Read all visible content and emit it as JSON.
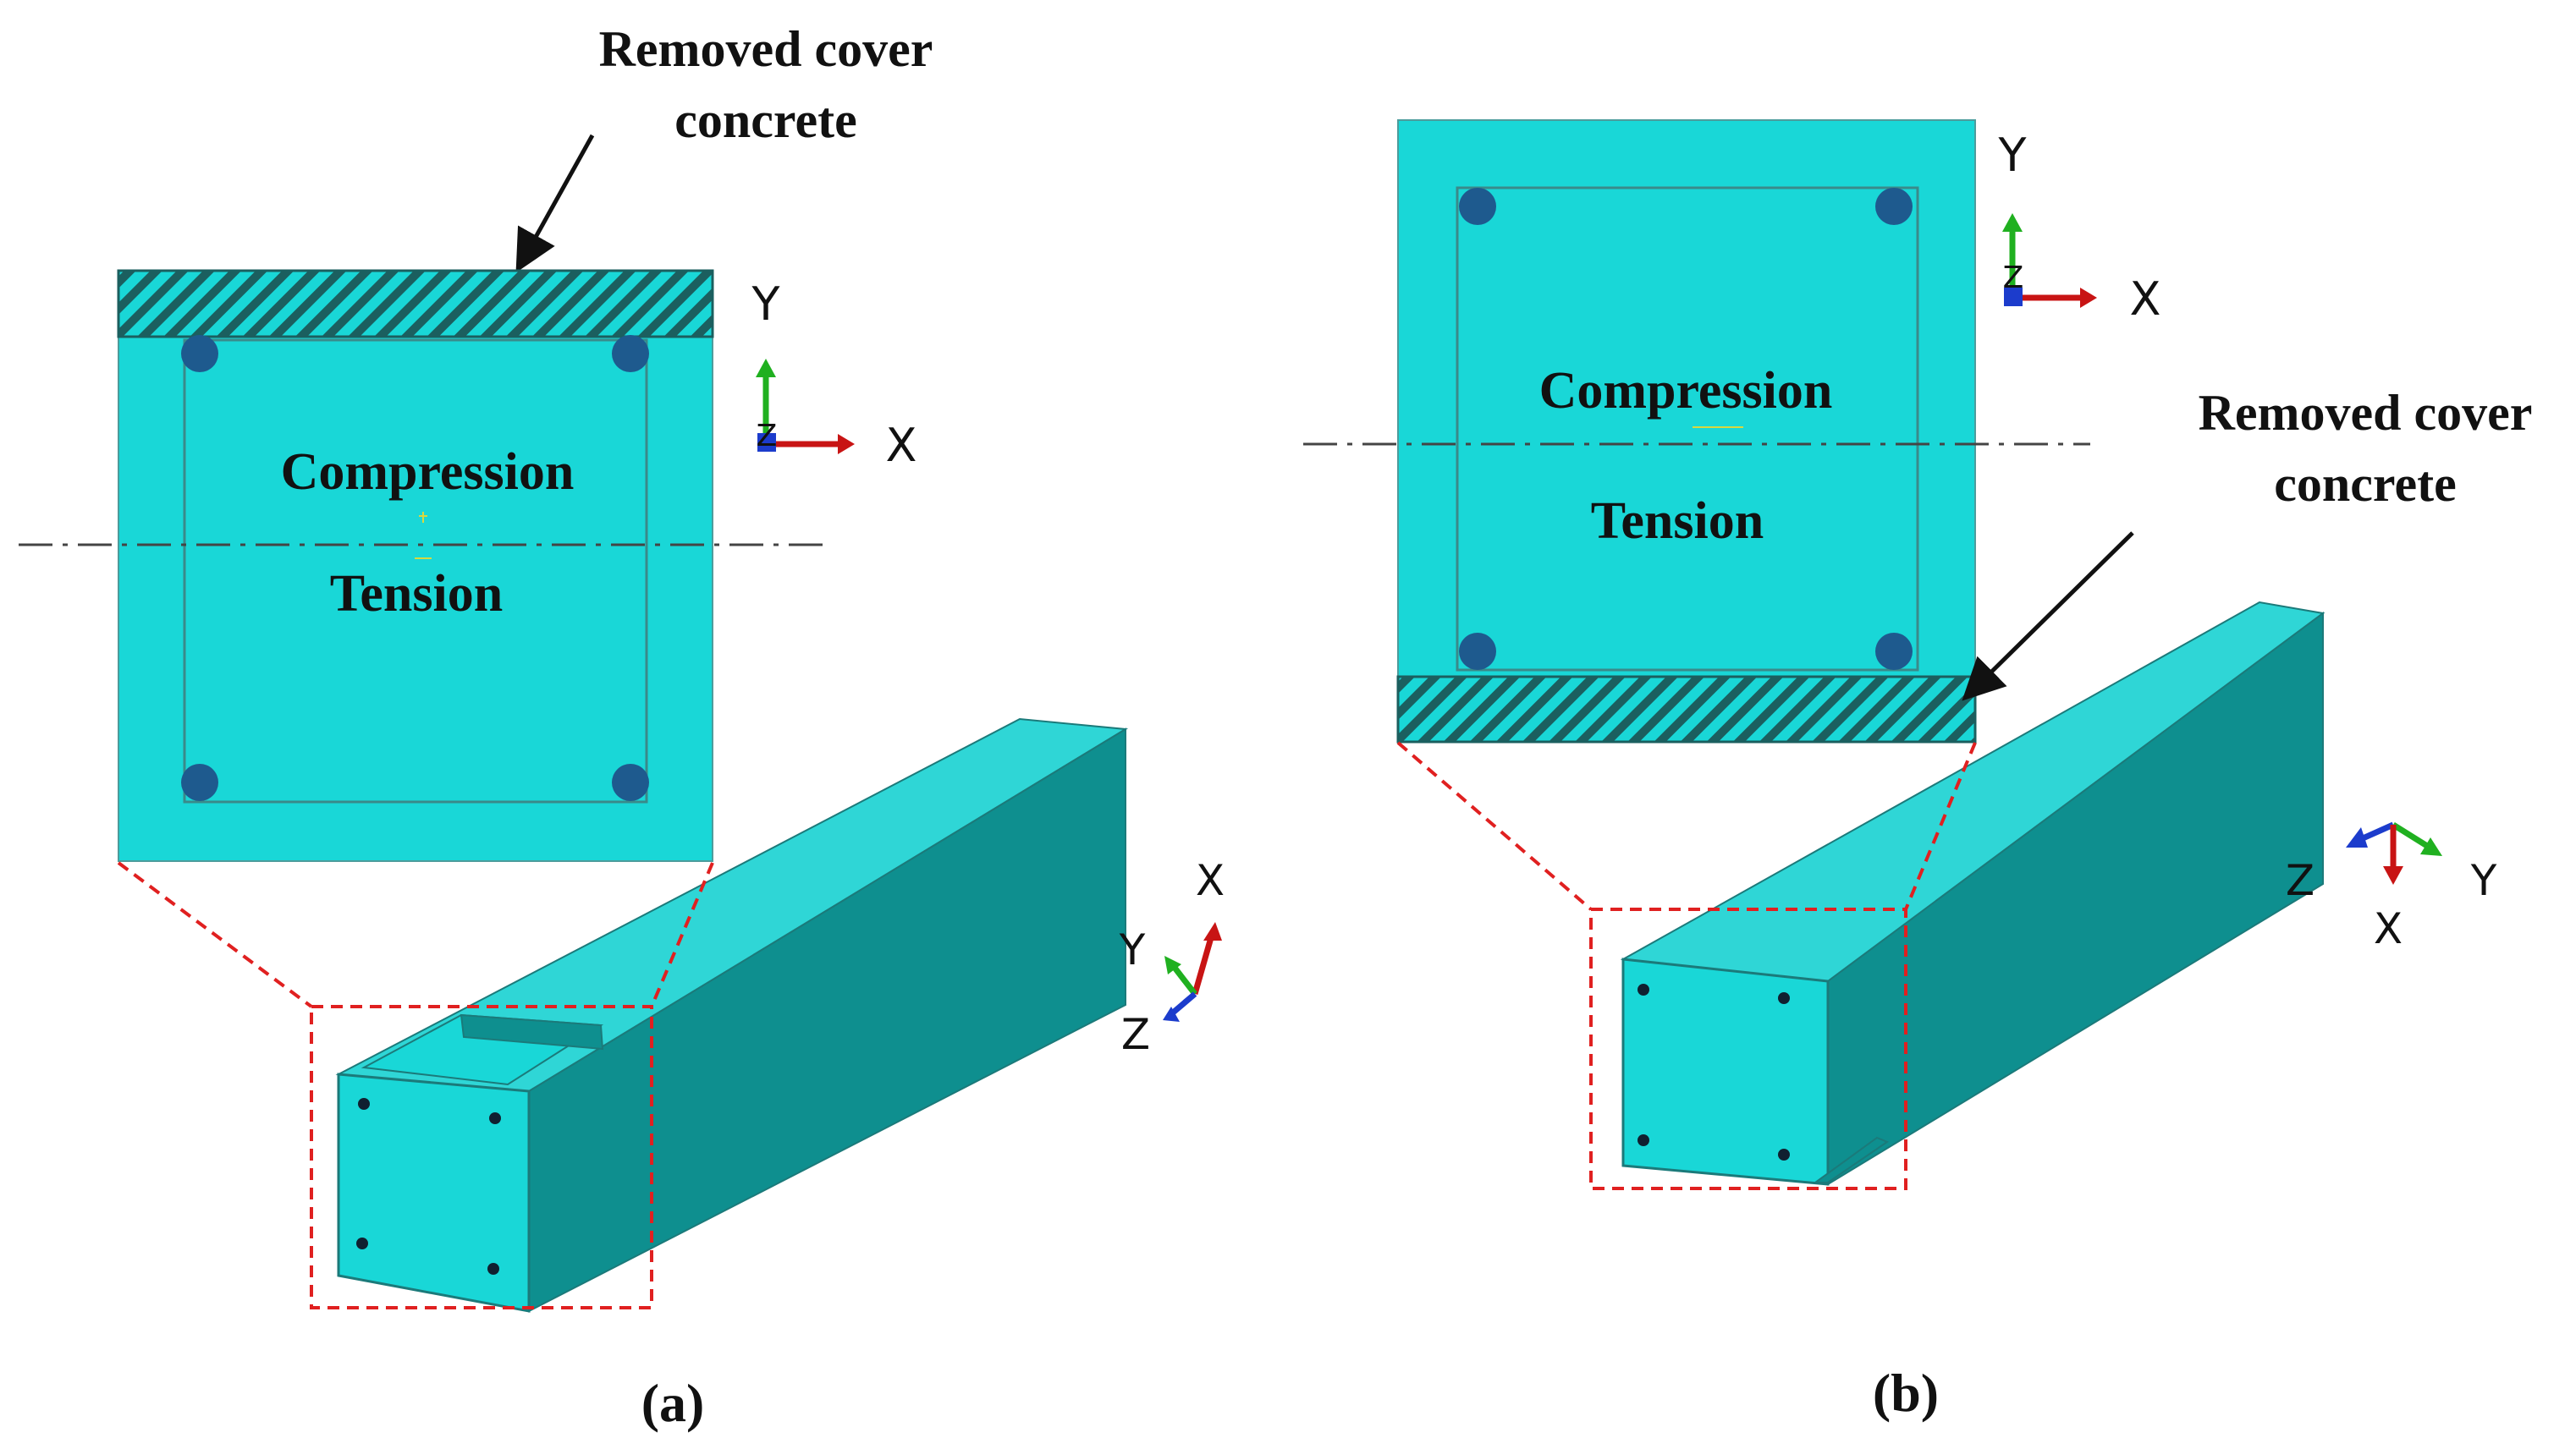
{
  "panel_a": {
    "caption": "(a)",
    "annotation": {
      "line1": "Removed cover",
      "line2": "concrete"
    },
    "section": {
      "compression_label": "Compression",
      "tension_label": "Tension"
    },
    "section_triad": {
      "x": "X",
      "y": "Y",
      "z": "Z"
    },
    "beam_triad": {
      "x": "X",
      "y": "Y",
      "z": "Z"
    }
  },
  "panel_b": {
    "caption": "(b)",
    "annotation": {
      "line1": "Removed cover",
      "line2": "concrete"
    },
    "section": {
      "compression_label": "Compression",
      "tension_label": "Tension"
    },
    "section_triad": {
      "x": "X",
      "y": "Y",
      "z": "Z"
    },
    "beam_triad": {
      "x": "X",
      "y": "Y",
      "z": "Z"
    }
  },
  "colors": {
    "concrete_face": "#19d7d7",
    "concrete_side": "#0e8f8f",
    "concrete_top": "#2fd6d6",
    "rebar": "#1e5a8e",
    "hatch": "#1b5f5f",
    "detail_box": "#e02020",
    "axis_x": "#c81414",
    "axis_y": "#20b020",
    "axis_z": "#1c3ccc"
  }
}
